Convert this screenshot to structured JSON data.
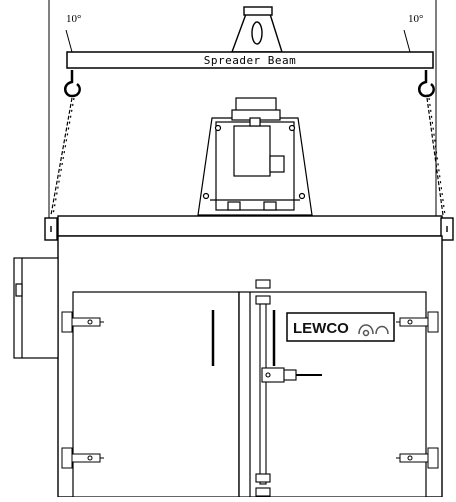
{
  "diagram": {
    "angle_left": "10°",
    "angle_right": "10°",
    "beam_label": "Spreader Beam",
    "logo_text": "LEWCO",
    "colors": {
      "line": "#000000",
      "background": "#ffffff"
    },
    "icons": [
      "lifting-eye-icon",
      "hook-icon",
      "chain-icon",
      "hinge-icon",
      "latch-icon",
      "logo-mark-icon"
    ]
  }
}
